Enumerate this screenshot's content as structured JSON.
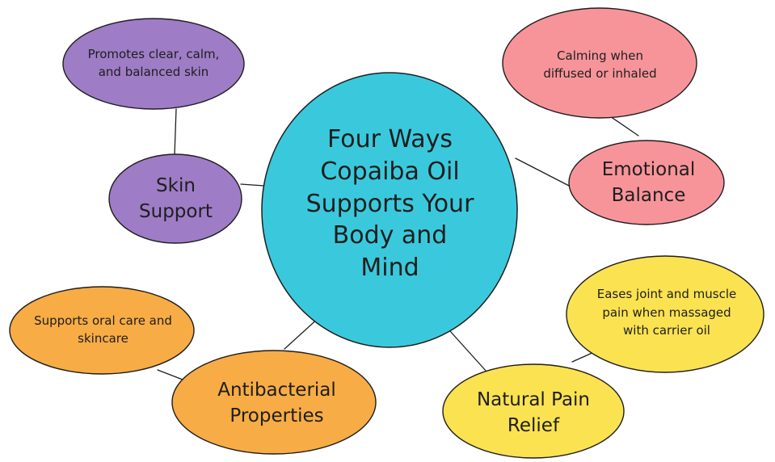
{
  "center": {
    "title": "Four Ways Copaiba Oil Supports Your Body and Mind",
    "color": "#3ac9dc"
  },
  "branches": [
    {
      "id": "skin",
      "label": "Skin Support",
      "color": "#9e7cc6",
      "detail": "Promotes clear, calm, and balanced skin"
    },
    {
      "id": "emotional",
      "label": "Emotional Balance",
      "color": "#f7949a",
      "detail": "Calming when diffused or inhaled"
    },
    {
      "id": "antibacterial",
      "label": "Antibacterial Properties",
      "color": "#f7ac45",
      "detail": "Supports oral care and skincare"
    },
    {
      "id": "pain",
      "label": "Natural Pain Relief",
      "color": "#fbe251",
      "detail": "Eases joint and muscle pain when massaged with carrier oil"
    }
  ],
  "stroke_color": "#1e1e1e"
}
